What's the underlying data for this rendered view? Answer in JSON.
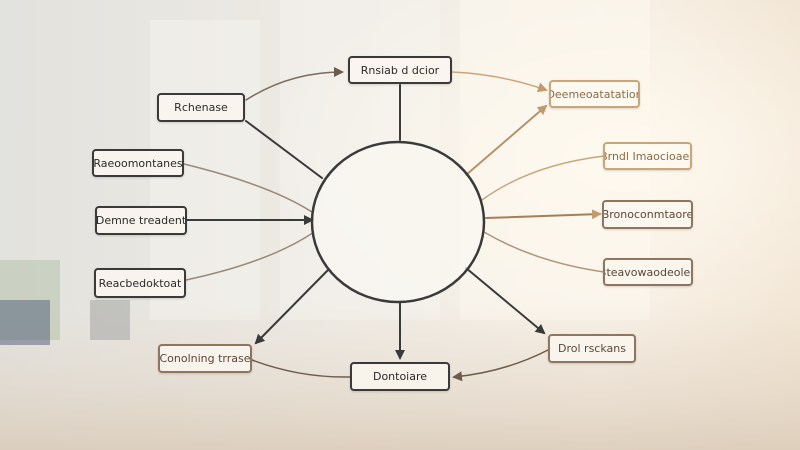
{
  "diagram": {
    "center_label": "",
    "nodes": [
      {
        "id": "top",
        "label": "Rnsiab d dcior"
      },
      {
        "id": "left-1",
        "label": "Rchenase"
      },
      {
        "id": "left-2",
        "label": "Raeoomontanes"
      },
      {
        "id": "left-3",
        "label": "Demne treadent"
      },
      {
        "id": "left-4",
        "label": "Reacbedoktoat"
      },
      {
        "id": "bottom-left",
        "label": "Conolning trrase"
      },
      {
        "id": "bottom",
        "label": "Dontoiare"
      },
      {
        "id": "right-1",
        "label": "Deemeoatatation"
      },
      {
        "id": "right-2",
        "label": "Brndl Imaocioaes"
      },
      {
        "id": "right-3",
        "label": "Bronoconmtaore"
      },
      {
        "id": "right-4",
        "label": "Bteavowaodeolee"
      },
      {
        "id": "bottom-right",
        "label": "Drol rsckans"
      }
    ],
    "colors": {
      "dark_stroke": "#3a3a3a",
      "light_stroke": "#c9a67a",
      "mid_stroke": "#8e7560",
      "background_light": "#f7f3ec",
      "background_warm": "#efe3d2"
    }
  }
}
